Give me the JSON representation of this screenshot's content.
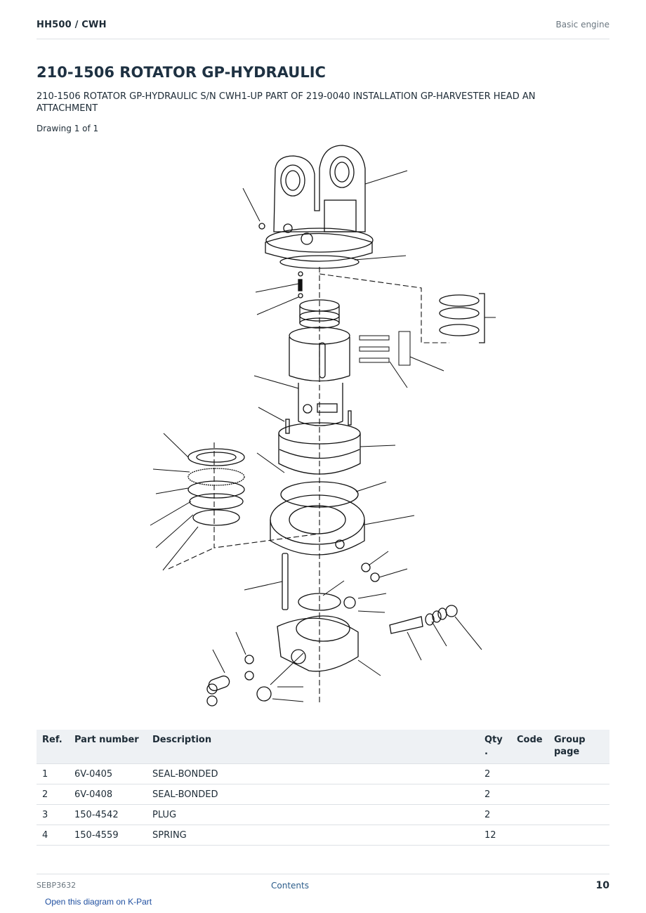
{
  "header": {
    "model": "HH500  /  CWH",
    "section": "Basic engine"
  },
  "title": "210-1506 ROTATOR GP-HYDRAULIC",
  "subtitle": "210-1506 ROTATOR GP-HYDRAULIC S/N CWH1-UP PART OF 219-0040 INSTALLATION GP-HARVESTER HEAD AN ATTACHMENT",
  "drawing_label": "Drawing 1 of 1",
  "table": {
    "headers": {
      "ref": "Ref.",
      "part_number": "Part number",
      "description": "Description",
      "qty_line1": "Qty",
      "qty_line2": ".",
      "code": "Code",
      "group_page_line1": "Group",
      "group_page_line2": "page"
    },
    "rows": [
      {
        "ref": "1",
        "part_number": "6V-0405",
        "description": "SEAL-BONDED",
        "qty": "2",
        "code": "",
        "group_page": ""
      },
      {
        "ref": "2",
        "part_number": "6V-0408",
        "description": "SEAL-BONDED",
        "qty": "2",
        "code": "",
        "group_page": ""
      },
      {
        "ref": "3",
        "part_number": "150-4542",
        "description": "PLUG",
        "qty": "2",
        "code": "",
        "group_page": ""
      },
      {
        "ref": "4",
        "part_number": "150-4559",
        "description": "SPRING",
        "qty": "12",
        "code": "",
        "group_page": ""
      }
    ]
  },
  "footer": {
    "doc_id": "SEBP3632",
    "contents_link": "Contents",
    "page_number": "10"
  },
  "kpart_link": "Open this diagram on K-Part"
}
